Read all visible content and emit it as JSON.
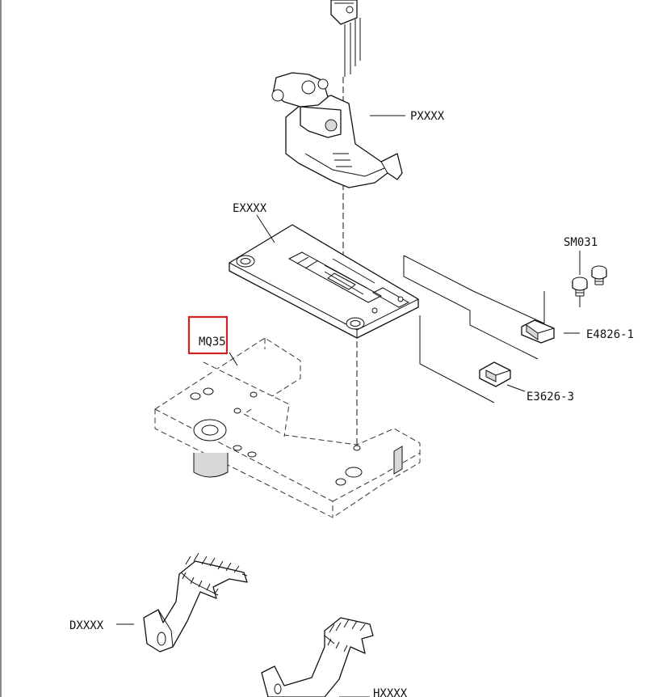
{
  "labels": {
    "presser_foot": "PXXXX",
    "needle_plate": "EXXXX",
    "screws": "SM031",
    "bracket_upper": "E4826-1",
    "bracket_lower": "E3626-3",
    "plate_base": "MQ35",
    "feed_dog_left": "DXXXX",
    "feed_dog_right": "HXXXX"
  },
  "highlight": {
    "target": "MQ35",
    "color": "#d42020"
  },
  "colors": {
    "line": "#111111",
    "background": "#ffffff"
  }
}
